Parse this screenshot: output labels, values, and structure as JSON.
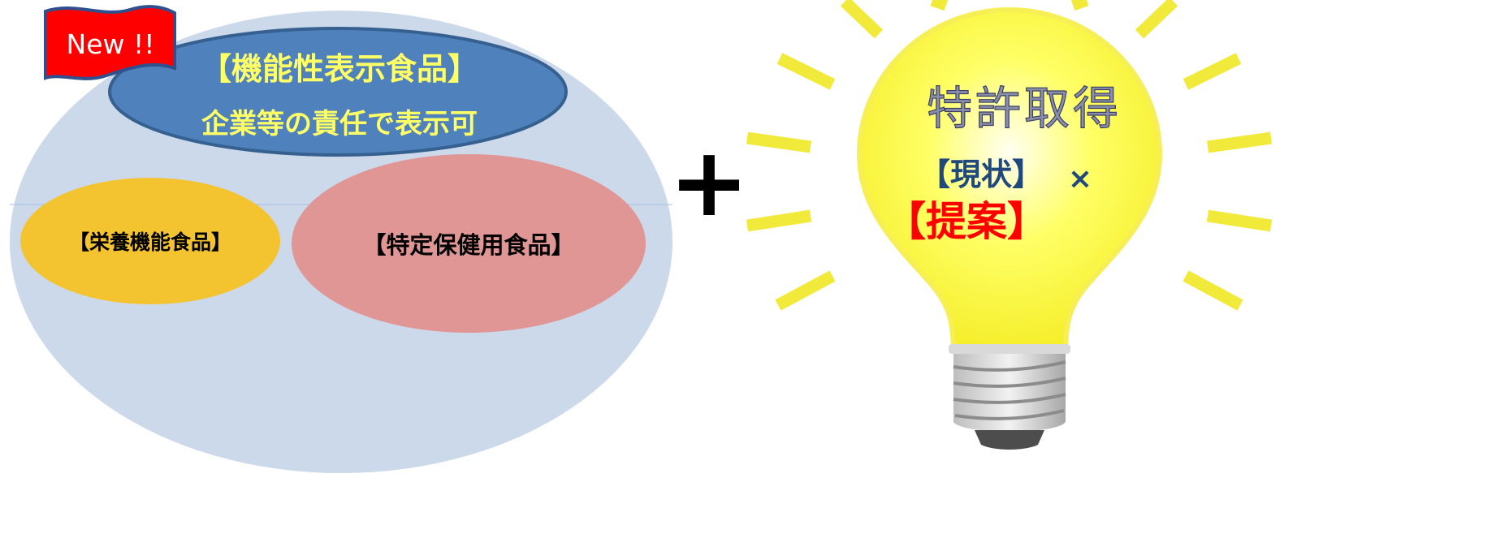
{
  "left_diagram": {
    "badge": "New !!",
    "functional_title": "【機能性表示食品】",
    "functional_subtitle": "企業等の責任で表示可",
    "nutrition_label": "【栄養機能食品】",
    "specified_health_label": "【特定保健用食品】"
  },
  "plus_sign": "+",
  "bulb": {
    "headline": "特許取得",
    "current_label": "【現状】",
    "times_sign": "×",
    "proposal_label": "【提案】"
  },
  "colors": {
    "outer_ellipse": "#ccd9ea",
    "functional_ellipse": "#4f81bd",
    "functional_border": "#3a5f8f",
    "functional_text": "#ffff66",
    "nutrition_ellipse": "#f4c330",
    "specified_ellipse": "#e09694",
    "badge_red": "#ff0000",
    "bulb_yellow": "#ffff33",
    "ray_yellow": "#f2ea3a",
    "current_text": "#1f497d",
    "proposal_text": "#ff0000"
  }
}
